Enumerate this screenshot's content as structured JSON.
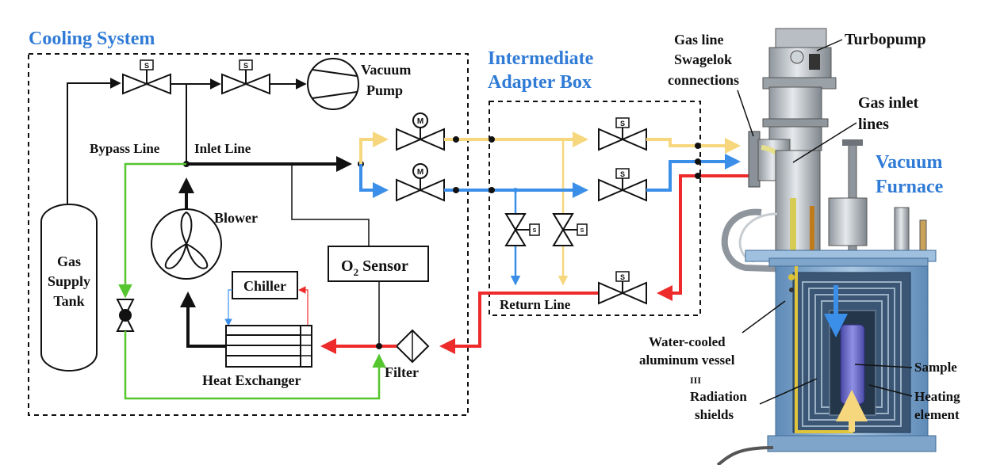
{
  "colors": {
    "heading": "#2f7bd6",
    "yellow_line": "#f7d77e",
    "blue_line": "#3b8fe8",
    "red_line": "#ee2b2b",
    "green_line": "#55c62e",
    "black_line": "#111111",
    "furnace_body": "#8fb4d6",
    "furnace_dark": "#5d88b5",
    "sample": "#6d6cc9"
  },
  "sections": {
    "cooling_system": "Cooling System",
    "adapter_box_line1": "Intermediate",
    "adapter_box_line2": "Adapter Box",
    "furnace_line1": "Vacuum",
    "furnace_line2": "Furnace"
  },
  "components": {
    "vacuum_pump_line1": "Vacuum",
    "vacuum_pump_line2": "Pump",
    "gas_tank_line1": "Gas",
    "gas_tank_line2": "Supply",
    "gas_tank_line3": "Tank",
    "bypass_line": "Bypass Line",
    "inlet_line": "Inlet Line",
    "blower": "Blower",
    "o2_sensor": "O",
    "o2_sensor_sub": "2",
    "o2_sensor_rest": " Sensor",
    "chiller": "Chiller",
    "heat_exchanger": "Heat Exchanger",
    "filter": "Filter",
    "return_line": "Return Line"
  },
  "furnace_labels": {
    "turbopump": "Turbopump",
    "gas_line_swagelok_1": "Gas line",
    "gas_line_swagelok_2": "Swagelok",
    "gas_line_swagelok_3": "connections",
    "gas_inlet_1": "Gas inlet",
    "gas_inlet_2": "lines",
    "water_cooled_1": "Water-cooled",
    "water_cooled_2": "aluminum vessel",
    "equiv": "III",
    "radiation_1": "Radiation",
    "radiation_2": "shields",
    "sample": "Sample",
    "heating_1": "Heating",
    "heating_2": "element"
  },
  "valve_marks": {
    "solenoid": "S",
    "motor": "M"
  }
}
